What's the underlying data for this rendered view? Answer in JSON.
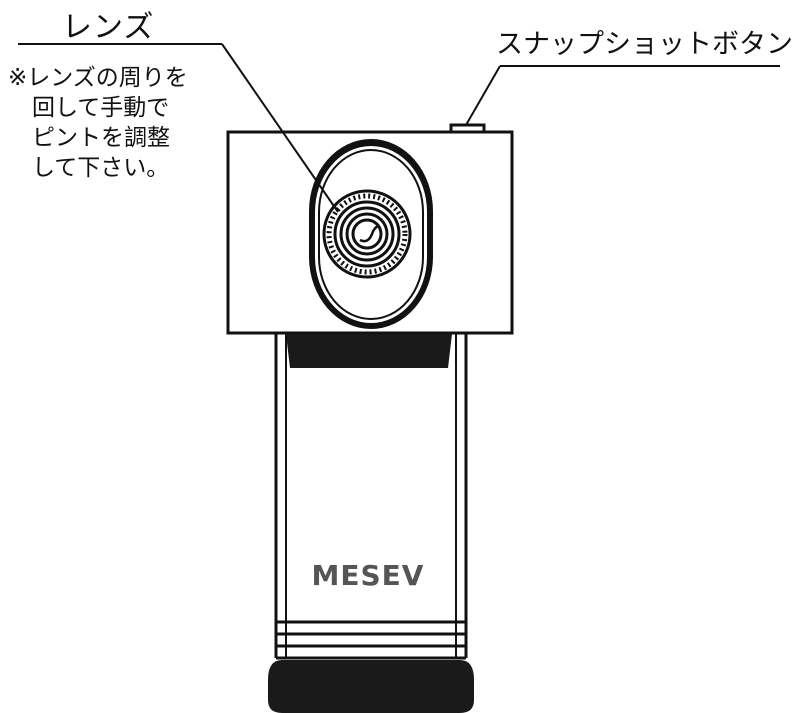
{
  "labels": {
    "lens": "レンズ",
    "lens_note": [
      "※レンズの周りを",
      "回して手動で",
      "ピントを調整",
      "して下さい。"
    ],
    "snapshot_button": "スナップショットボタン"
  },
  "device": {
    "brand": "MESEV"
  },
  "colors": {
    "line": "#111111",
    "dark_fill": "#1a1a1a",
    "brand_text": "#555555",
    "background": "#ffffff"
  }
}
